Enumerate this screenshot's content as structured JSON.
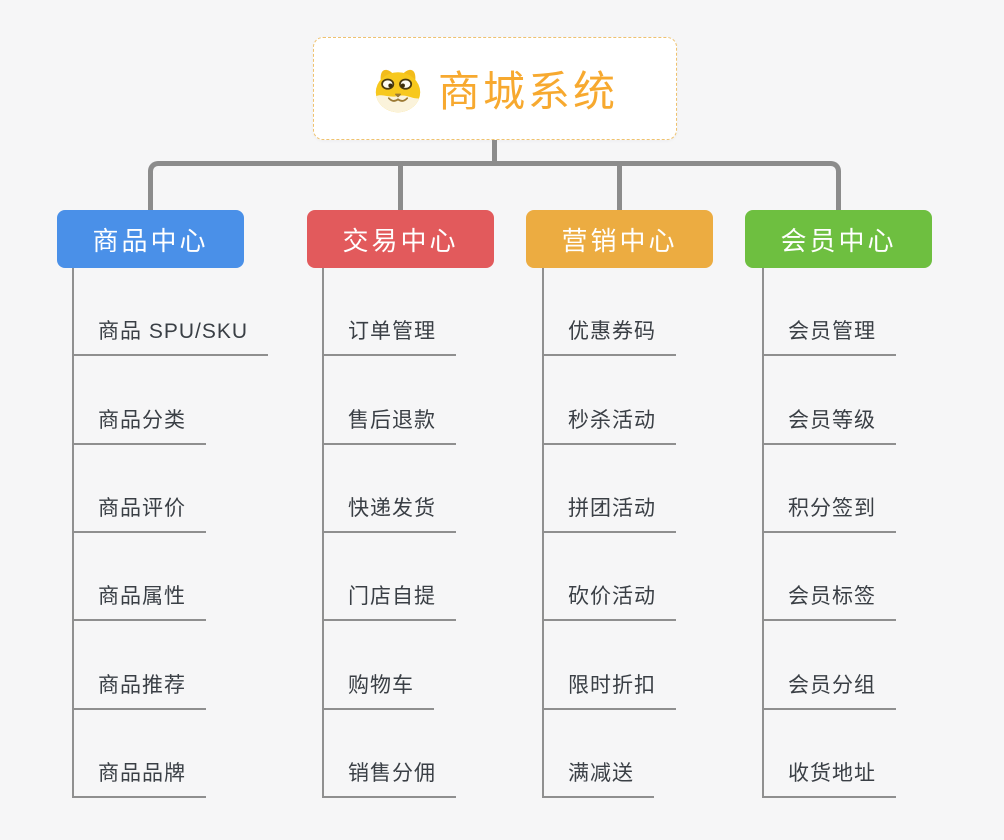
{
  "canvas": {
    "background": "#F6F6F7",
    "trunk_line_color": "#8C8C8C",
    "branch_line_color": "#909090"
  },
  "root": {
    "title": "商城系统",
    "icon": "dog-face-icon",
    "title_color": "#F7A92F",
    "border_color": "#EFC26F"
  },
  "branches": [
    {
      "label": "商品中心",
      "color": "#4A90E8",
      "items": [
        "商品 SPU/SKU",
        "商品分类",
        "商品评价",
        "商品属性",
        "商品推荐",
        "商品品牌"
      ]
    },
    {
      "label": "交易中心",
      "color": "#E25A5C",
      "items": [
        "订单管理",
        "售后退款",
        "快递发货",
        "门店自提",
        "购物车",
        "销售分佣"
      ]
    },
    {
      "label": "营销中心",
      "color": "#ECAC41",
      "items": [
        "优惠券码",
        "秒杀活动",
        "拼团活动",
        "砍价活动",
        "限时折扣",
        "满减送"
      ]
    },
    {
      "label": "会员中心",
      "color": "#6EBF40",
      "items": [
        "会员管理",
        "会员等级",
        "积分签到",
        "会员标签",
        "会员分组",
        "收货地址"
      ]
    }
  ]
}
